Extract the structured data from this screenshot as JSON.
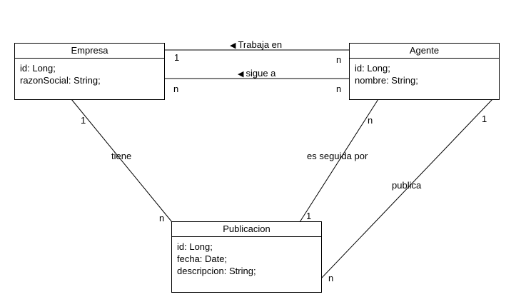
{
  "classes": {
    "empresa": {
      "name": "Empresa",
      "attributes": [
        "id: Long;",
        "razonSocial: String;"
      ]
    },
    "agente": {
      "name": "Agente",
      "attributes": [
        "id: Long;",
        "nombre: String;"
      ]
    },
    "publicacion": {
      "name": "Publicacion",
      "attributes": [
        "id: Long;",
        "fecha: Date;",
        "descripcion: String;"
      ]
    }
  },
  "associations": {
    "trabaja_en": {
      "label": "Trabaja en",
      "arrow": "◀",
      "mult_empresa": "1",
      "mult_agente": "n"
    },
    "sigue_a": {
      "label": "sigue a",
      "arrow": "◀",
      "mult_empresa": "n",
      "mult_agente": "n"
    },
    "tiene": {
      "label": "tiene",
      "mult_empresa": "1",
      "mult_publicacion": "n"
    },
    "es_seguida_por": {
      "label": "es seguida por",
      "mult_agente": "n",
      "mult_publicacion": "1"
    },
    "publica": {
      "label": "publica",
      "mult_agente": "1",
      "mult_publicacion": "n"
    }
  }
}
